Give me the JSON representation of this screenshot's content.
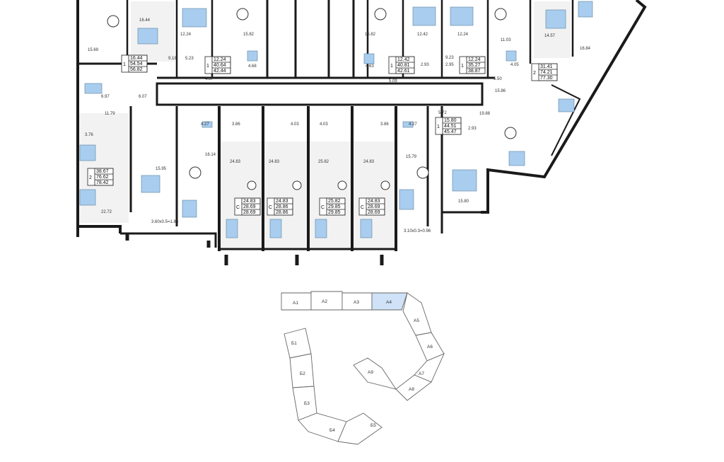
{
  "unit_cards": [
    {
      "rooms": "1",
      "vals": [
        "16.44",
        "54.54",
        "56.82"
      ]
    },
    {
      "rooms": "1",
      "vals": [
        "12.24",
        "40.64",
        "42.44"
      ]
    },
    {
      "rooms": "1",
      "vals": [
        "12.42",
        "40.81",
        "42.61"
      ]
    },
    {
      "rooms": "1",
      "vals": [
        "12.24",
        "35.27",
        "38.87"
      ]
    },
    {
      "rooms": "2",
      "vals": [
        "31.41",
        "74.21",
        "77.30"
      ]
    },
    {
      "rooms": "1",
      "vals": [
        "15.80",
        "44.51",
        "45.47"
      ]
    },
    {
      "rooms": "2",
      "vals": [
        "38.67",
        "76.62",
        "78.42"
      ]
    },
    {
      "rooms": "C",
      "vals": [
        "24.83",
        "28.69",
        "28.69"
      ]
    },
    {
      "rooms": "C",
      "vals": [
        "24.83",
        "28.86",
        "28.86"
      ]
    },
    {
      "rooms": "C",
      "vals": [
        "25.82",
        "29.85",
        "29.85"
      ]
    },
    {
      "rooms": "C",
      "vals": [
        "24.83",
        "28.69",
        "28.69"
      ]
    }
  ],
  "room_areas": [
    "15.69",
    "16.44",
    "12.24",
    "15.82",
    "15.82",
    "12.42",
    "12.24",
    "11.03",
    "14.57",
    "16.84",
    "9.18",
    "5.23",
    "4.67",
    "4.68",
    "4.63",
    "5.09",
    "2.93",
    "2.95",
    "5.50",
    "4.05",
    "9.23",
    "6.97",
    "6.07",
    "15.86",
    "11.79",
    "3.76",
    "4.27",
    "3.86",
    "4.03",
    "4.03",
    "3.86",
    "4.27",
    "5.72",
    "19.88",
    "16.14",
    "24.83",
    "24.83",
    "25.82",
    "24.83",
    "15.79",
    "15.95",
    "22.72",
    "15.80",
    "2.93",
    "3.60x0.5=1.85",
    "3.10x0.3=0.96"
  ],
  "site_plan": {
    "sections": [
      "А1",
      "А2",
      "А3",
      "А4",
      "А5",
      "А6",
      "А7",
      "А8",
      "А9",
      "Б1",
      "Б2",
      "Б3",
      "Б4",
      "Б5"
    ],
    "highlighted": "А4",
    "highlight_color": "#cfe2f7"
  },
  "colors": {
    "wall": "#1a1a1a",
    "accent_blue": "#a9cdee",
    "floor": "#f4f4f4"
  }
}
